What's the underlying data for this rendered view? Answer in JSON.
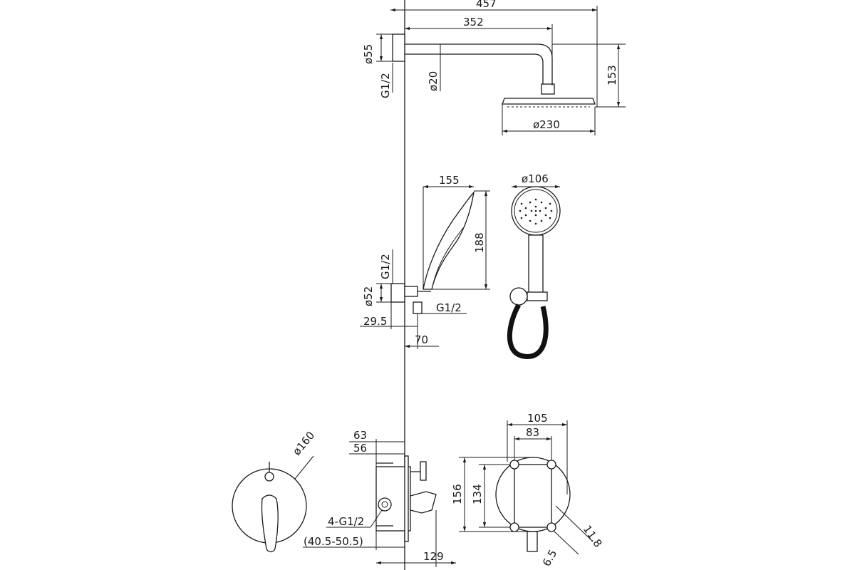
{
  "overhead_shower": {
    "arm_length_total": "457",
    "arm_length": "352",
    "flange_dia": "ø55",
    "thread": "G1/2",
    "arm_dia": "ø20",
    "height": "153",
    "head_dia": "ø230"
  },
  "hand_shower": {
    "length": "155",
    "height": "188",
    "thread": "G1/2",
    "flange_dia": "ø52",
    "outlet_thread": "G1/2",
    "offset": "29.5",
    "depth": "70",
    "head_dia": "ø106"
  },
  "mixer": {
    "plate_dia": "ø160",
    "depth_1": "63",
    "depth_2": "56",
    "ports": "4-G1/2",
    "install_depth": "(40.5-50.5)",
    "total_depth": "129",
    "box_width": "105",
    "box_inner": "83",
    "box_height": "156",
    "box_inner_height": "134",
    "mount_offset": "11.8",
    "tab": "6.5"
  }
}
